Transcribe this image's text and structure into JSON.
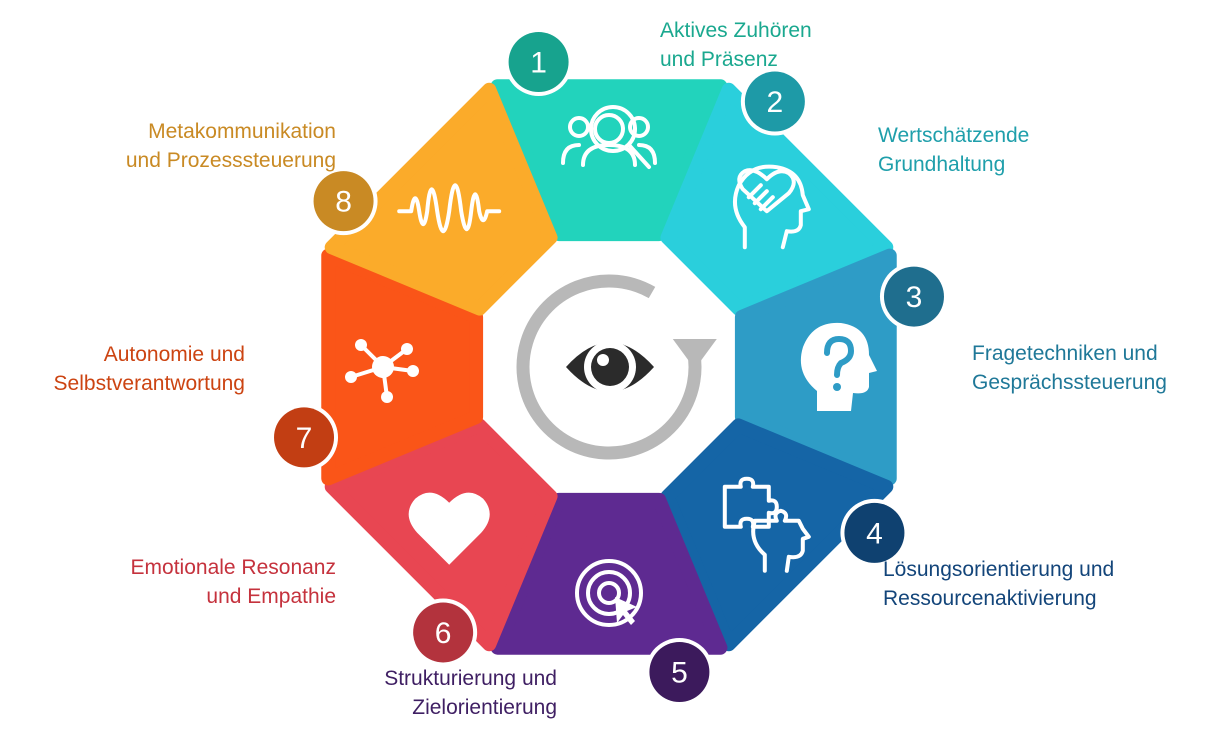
{
  "center": {
    "icon": "eye-cycle-icon",
    "ring_color": "#b8b8b8",
    "eye_color": "#2b2b2b"
  },
  "segments": [
    {
      "number": "1",
      "line1": "Aktives Zuhören",
      "line2": "und Präsenz",
      "color": "#22d3bc",
      "badge": "#17a38e",
      "text_color": "#1aa88f",
      "icon": "user-search-icon"
    },
    {
      "number": "2",
      "line1": "Wertschätzende",
      "line2": "Grundhaltung",
      "color": "#2acfdc",
      "badge": "#1e9aa7",
      "text_color": "#1f9fab",
      "icon": "head-heart-icon"
    },
    {
      "number": "3",
      "line1": "Fragetechniken und",
      "line2": "Gesprächssteuerung",
      "color": "#2e9cc6",
      "badge": "#1f6e8e",
      "text_color": "#1f7898",
      "icon": "head-question-icon"
    },
    {
      "number": "4",
      "line1": "Lösungsorientierung und",
      "line2": "Ressourcenaktivierung",
      "color": "#1565a6",
      "badge": "#0f4170",
      "text_color": "#13457a",
      "icon": "head-puzzle-icon"
    },
    {
      "number": "5",
      "line1": "Strukturierung und",
      "line2": "Zielorientierung",
      "color": "#5e2a91",
      "badge": "#3c1a5c",
      "text_color": "#3f1f63",
      "icon": "target-cursor-icon"
    },
    {
      "number": "6",
      "line1": "Emotionale Resonanz",
      "line2": "und Empathie",
      "color": "#e84652",
      "badge": "#b3333d",
      "text_color": "#c5323d",
      "icon": "heart-icon"
    },
    {
      "number": "7",
      "line1": "Autonomie und",
      "line2": "Selbstverantwortung",
      "color": "#fa5518",
      "badge": "#c23e13",
      "text_color": "#cc4412",
      "icon": "network-icon"
    },
    {
      "number": "8",
      "line1": "Metakommunikation",
      "line2": "und Prozesssteuerung",
      "color": "#fbab2a",
      "badge": "#c98a24",
      "text_color": "#c98a24",
      "icon": "waveform-icon"
    }
  ]
}
